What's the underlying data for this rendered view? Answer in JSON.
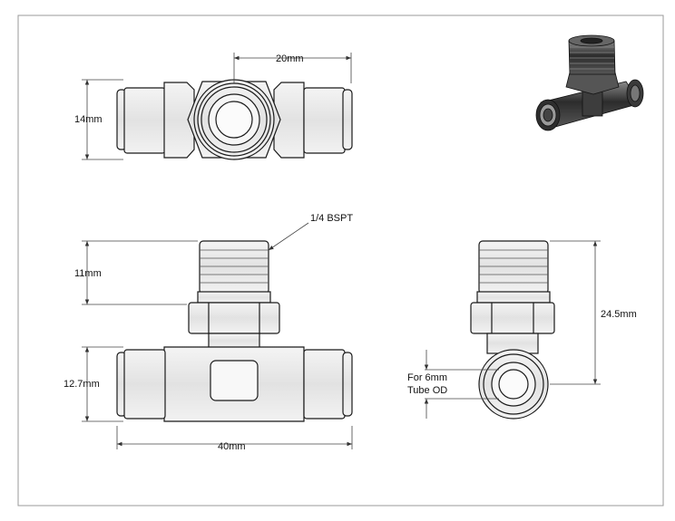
{
  "dimensions": {
    "top_width": "20mm",
    "top_height": "14mm",
    "thread_size": "1/4 BSPT",
    "thread_length": "11mm",
    "body_height": "12.7mm",
    "overall_length": "40mm",
    "overall_height": "24.5mm",
    "tube_note_line1": "For 6mm",
    "tube_note_line2": "Tube OD"
  },
  "colors": {
    "frame": "#9a9a9a",
    "part_fill": "#e9e9e9",
    "outline": "#1a1a1a",
    "dim_line": "#444444"
  },
  "views": [
    "top-view",
    "front-view",
    "side-view",
    "isometric-render"
  ]
}
